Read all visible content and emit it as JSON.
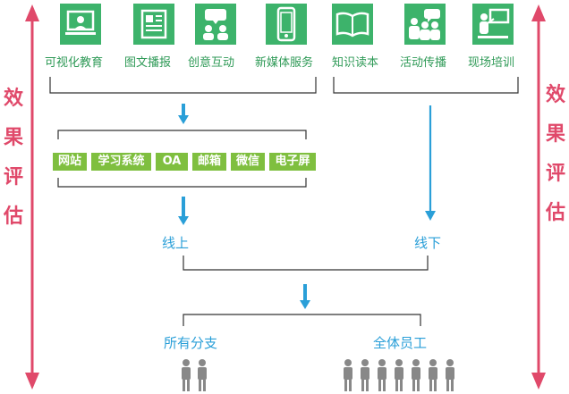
{
  "colors": {
    "accent_green": "#3db36b",
    "tag_green": "#7fbf3f",
    "blue": "#2a9fd8",
    "pink": "#e0496a",
    "gray": "#888888"
  },
  "channels": [
    {
      "label": "可视化教育",
      "icon": "presentation-screen-icon"
    },
    {
      "label": "图文播报",
      "icon": "newspaper-icon"
    },
    {
      "label": "创意互动",
      "icon": "chat-people-icon"
    },
    {
      "label": "新媒体服务",
      "icon": "mobile-phone-icon"
    },
    {
      "label": "知识读本",
      "icon": "open-book-icon"
    },
    {
      "label": "活动传播",
      "icon": "group-talk-icon"
    },
    {
      "label": "现场培训",
      "icon": "classroom-training-icon"
    }
  ],
  "online_tags": [
    "网站",
    "学习系统",
    "OA",
    "邮箱",
    "微信",
    "电子屏"
  ],
  "side_label": [
    "效",
    "果",
    "评",
    "估"
  ],
  "online_label": "线上",
  "offline_label": "线下",
  "branches_label": "所有分支",
  "all_staff_label": "全体员工"
}
